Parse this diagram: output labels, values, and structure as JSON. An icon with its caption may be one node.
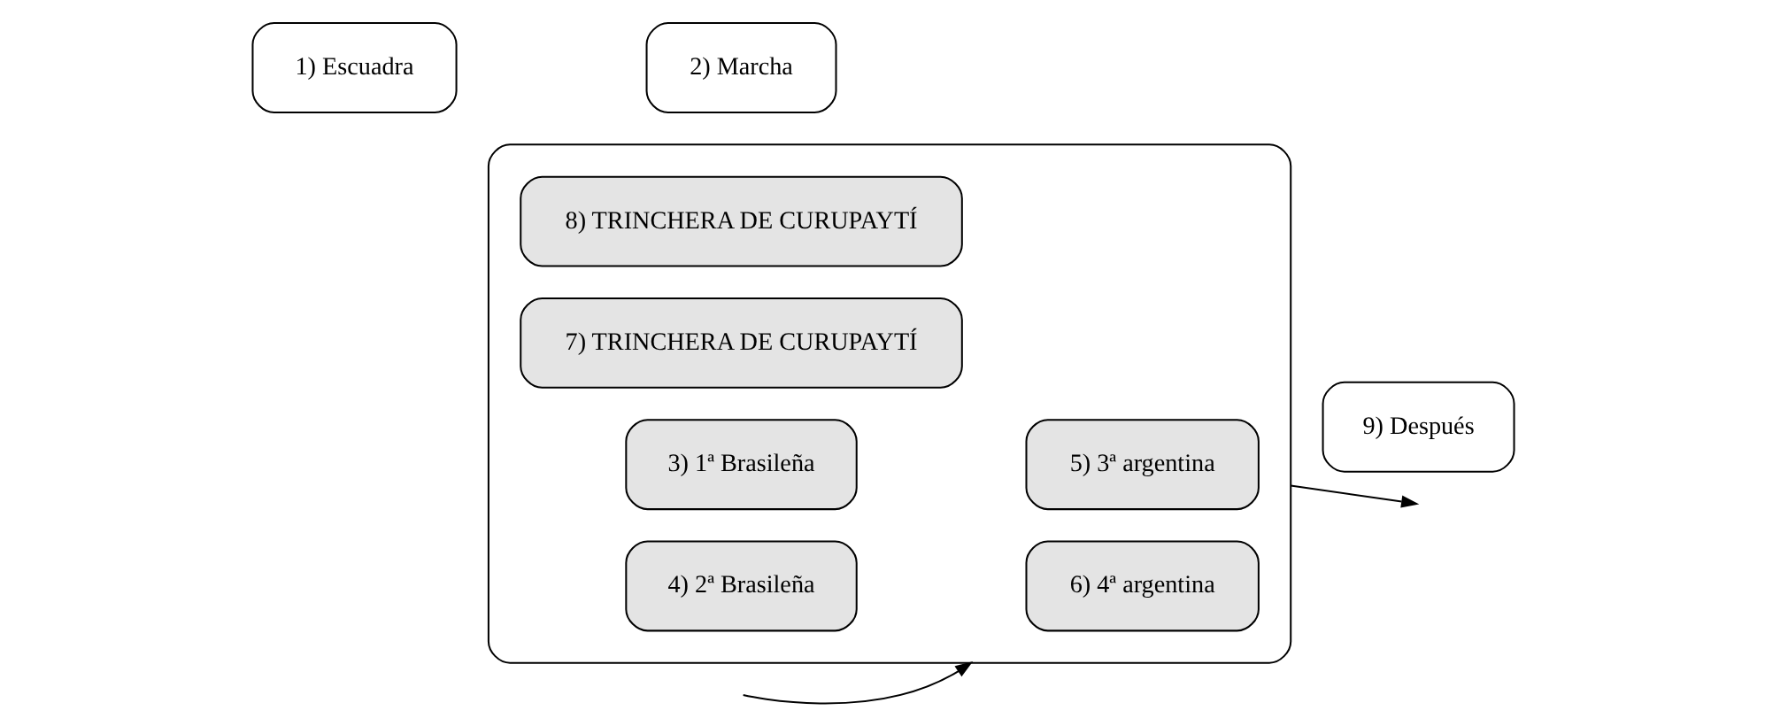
{
  "diagram": {
    "nodes": [
      {
        "text": [
          "1) Escuadra"
        ]
      },
      {
        "text": [
          "2) Marcha"
        ]
      },
      {
        "text": [],
        "shape": "bracket"
      },
      {
        "text": [
          "8) TRINCHERA DE CURUPAYTÍ"
        ],
        "in": 2
      },
      {
        "text": [
          "7) TRINCHERA DE CURUPAYTÍ"
        ],
        "in": 2
      },
      {
        "text": [
          "3) 1ª Brasileña"
        ],
        "in": 2
      },
      {
        "text": [
          "5) 3ª argentina"
        ],
        "in": 2
      },
      {
        "text": [
          "4) 2ª Brasileña"
        ],
        "in": 2
      },
      {
        "text": [
          "6) 4ª argentina"
        ],
        "in": 2
      },
      {
        "text": [
          "9) Después"
        ]
      }
    ],
    "edges": [
      {
        "from": null,
        "to": 2,
        "arrow": "to"
      },
      {
        "from": 2,
        "to": null,
        "arrow": "to"
      }
    ]
  }
}
